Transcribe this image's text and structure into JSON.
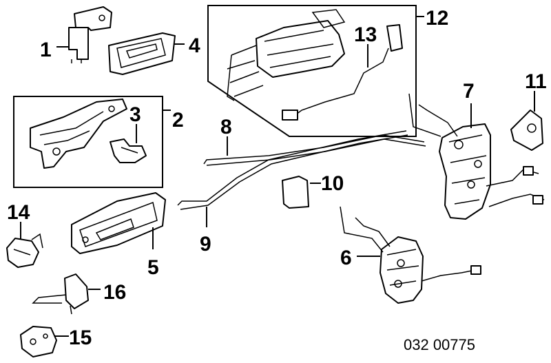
{
  "callouts": [
    "1",
    "2",
    "3",
    "4",
    "5",
    "6",
    "7",
    "8",
    "9",
    "10",
    "11",
    "12",
    "13",
    "14",
    "15",
    "16"
  ],
  "diagram_code": "032 00775"
}
